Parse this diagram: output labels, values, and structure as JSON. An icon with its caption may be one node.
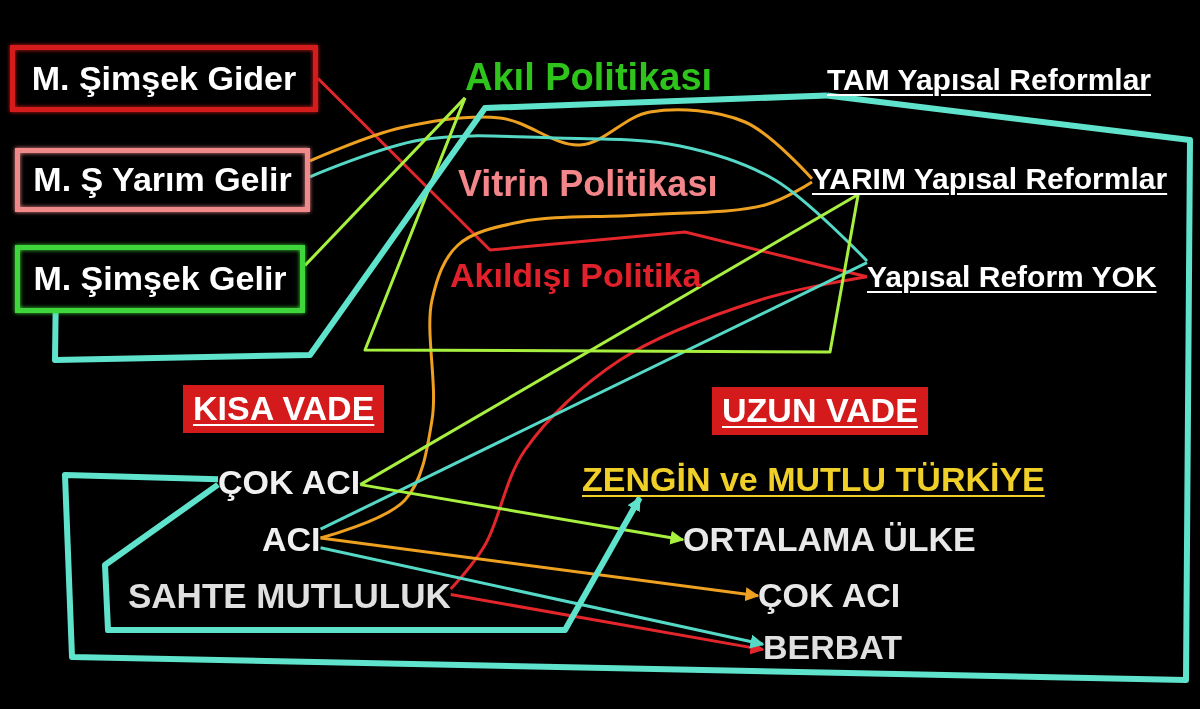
{
  "diagram": {
    "nodes": [
      {
        "text": [
          "M. Şimşek Gider"
        ]
      },
      {
        "text": [
          "M. Ş Yarım Gelir"
        ]
      },
      {
        "text": [
          "M. Şimşek Gelir"
        ]
      },
      {
        "text": [
          "Akıl Politikası"
        ]
      },
      {
        "text": [
          "TAM Yapısal Reformlar"
        ]
      },
      {
        "text": [
          "Vitrin Politikası"
        ]
      },
      {
        "text": [
          "YARIM Yapısal Reformlar"
        ]
      },
      {
        "text": [
          "Akıldışı Politika"
        ]
      },
      {
        "text": [
          "Yapısal Reform YOK"
        ]
      },
      {
        "text": [
          "KISA VADE"
        ]
      },
      {
        "text": [
          "UZUN VADE"
        ]
      },
      {
        "text": [
          "ÇOK ACI"
        ]
      },
      {
        "text": [
          "ZENGİN ve MUTLU TÜRKİYE"
        ]
      },
      {
        "text": [
          "ACI"
        ]
      },
      {
        "text": [
          "ORTALAMA ÜLKE"
        ]
      },
      {
        "text": [
          "SAHTE MUTLULUK"
        ]
      },
      {
        "text": [
          "ÇOK ACI"
        ]
      },
      {
        "text": [
          "BERBAT"
        ]
      }
    ],
    "edges": [
      {
        "from": 0,
        "to": 8,
        "arrow": "none",
        "color": "#e3262b"
      },
      {
        "from": 8,
        "to": 15,
        "arrow": "none",
        "color": "#e3262b"
      },
      {
        "from": 15,
        "to": 17,
        "arrow": "to",
        "color": "#e3262b"
      },
      {
        "from": 1,
        "to": 6,
        "arrow": "none",
        "color": "#eea020"
      },
      {
        "from": 6,
        "to": 13,
        "arrow": "none",
        "color": "#eea020"
      },
      {
        "from": 13,
        "to": 16,
        "arrow": "to",
        "color": "#eea020"
      },
      {
        "from": 1,
        "to": 8,
        "arrow": "none",
        "color": "#55d9c6"
      },
      {
        "from": 8,
        "to": 13,
        "arrow": "none",
        "color": "#55d9c6"
      },
      {
        "from": 13,
        "to": 17,
        "arrow": "to",
        "color": "#55d9c6"
      },
      {
        "from": 2,
        "to": 3,
        "arrow": "none",
        "color": "#a8f040"
      },
      {
        "from": 3,
        "to": 6,
        "arrow": "none",
        "color": "#a8f040"
      },
      {
        "from": 6,
        "to": 11,
        "arrow": "none",
        "color": "#a8f040"
      },
      {
        "from": 11,
        "to": 14,
        "arrow": "to",
        "color": "#a8f040"
      },
      {
        "from": 2,
        "to": 4,
        "arrow": "none",
        "style": "thick",
        "color": "#60e3cc"
      },
      {
        "from": 4,
        "to": 11,
        "arrow": "none",
        "style": "thick",
        "color": "#60e3cc"
      },
      {
        "from": 11,
        "to": 12,
        "arrow": "to",
        "style": "thick",
        "color": "#60e3cc"
      }
    ]
  }
}
